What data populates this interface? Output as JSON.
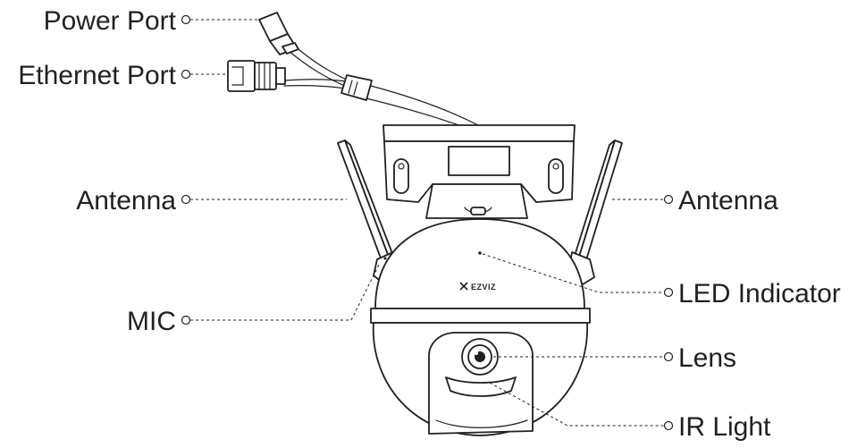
{
  "labels": {
    "power_port": "Power Port",
    "ethernet_port": "Ethernet Port",
    "antenna_left": "Antenna",
    "antenna_right": "Antenna",
    "mic": "MIC",
    "led_indicator": "LED Indicator",
    "lens": "Lens",
    "ir_light": "IR Light"
  },
  "brand_logo_text": "EZVIZ",
  "colors": {
    "line": "#231f20",
    "background": "#ffffff"
  }
}
